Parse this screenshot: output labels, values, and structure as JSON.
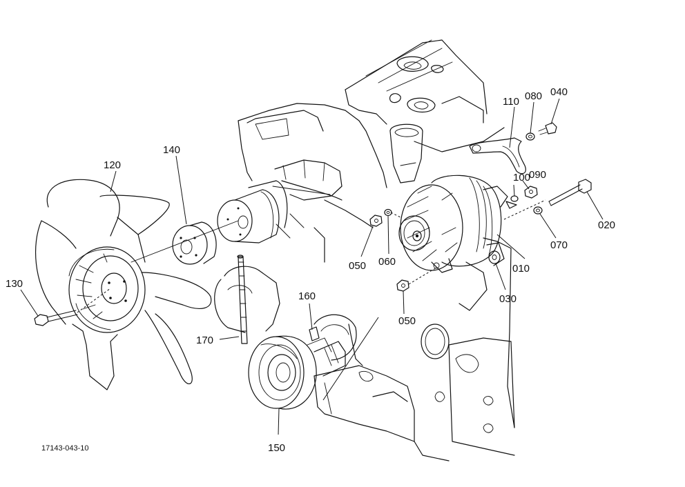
{
  "diagram": {
    "figure_id": "17143-043-10",
    "part_labels": {
      "p010": "010",
      "p020": "020",
      "p030": "030",
      "p040": "040",
      "p050a": "050",
      "p050b": "050",
      "p060": "060",
      "p070": "070",
      "p080": "080",
      "p090": "090",
      "p100": "100",
      "p110": "110",
      "p120": "120",
      "p130": "130",
      "p140": "140",
      "p150": "150",
      "p160": "160",
      "p170": "170"
    },
    "colors": {
      "ink": "#111111",
      "paper": "#ffffff"
    }
  }
}
